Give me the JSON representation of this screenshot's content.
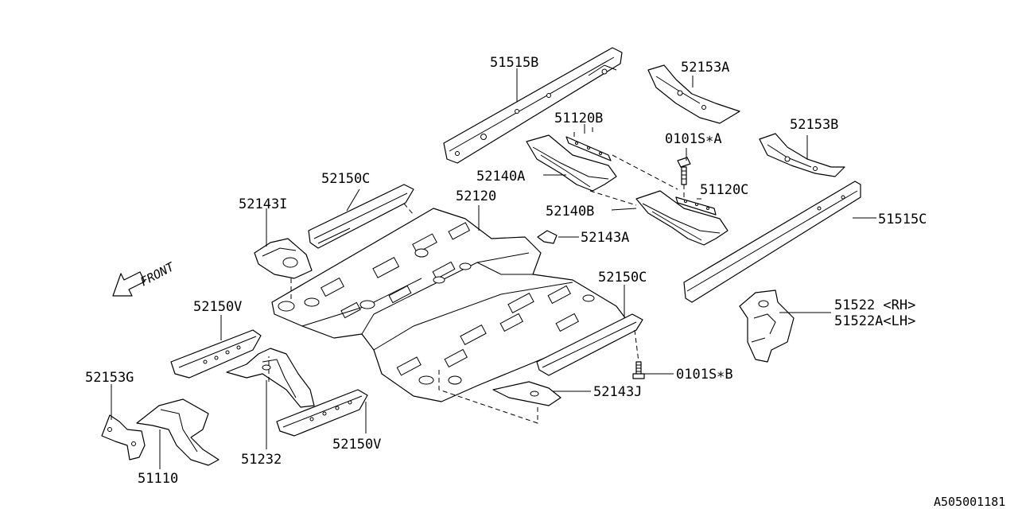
{
  "diagram": {
    "front_label": "FRONT",
    "reference": "A505001181",
    "labels": {
      "p51515b": "51515B",
      "p52153a": "52153A",
      "p51120b": "51120B",
      "p0101sa": "0101S∗A",
      "p52153b": "52153B",
      "p52150c_top": "52150C",
      "p52143i": "52143I",
      "p52120": "52120",
      "p52140a": "52140A",
      "p51120c": "51120C",
      "p52140b": "52140B",
      "p51515c": "51515C",
      "p52143a": "52143A",
      "p52150c_mid": "52150C",
      "p51522_rh": "51522 <RH>",
      "p51522a_lh": "51522A<LH>",
      "p52150v_left": "52150V",
      "p0101sb": "0101S∗B",
      "p52143j": "52143J",
      "p52153g": "52153G",
      "p51232": "51232",
      "p52150v_bottom": "52150V",
      "p51110": "51110"
    }
  }
}
